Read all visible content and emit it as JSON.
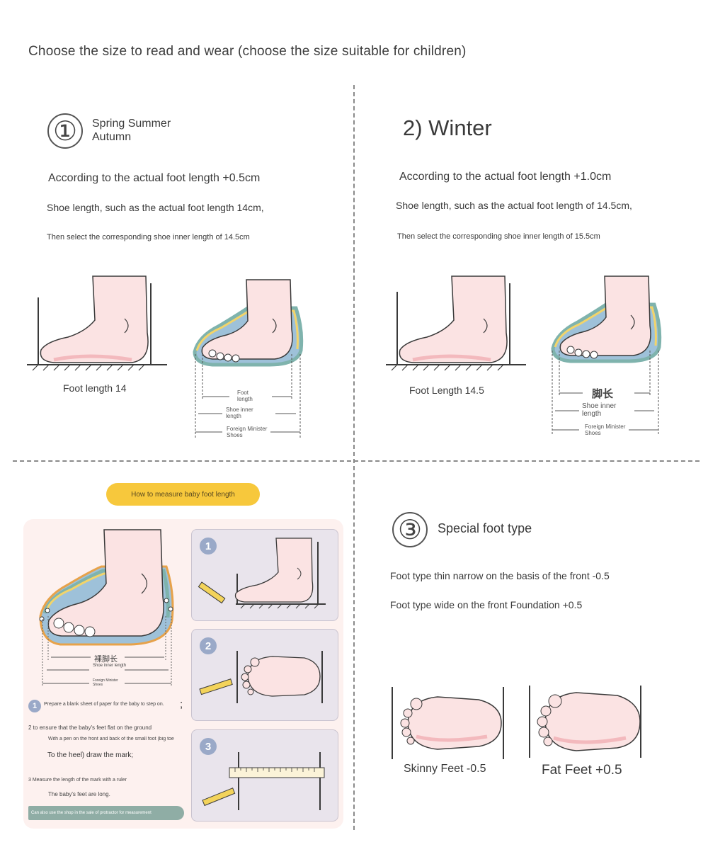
{
  "page": {
    "title": "Choose the size to read and wear (choose the size suitable for children)"
  },
  "section1": {
    "number": "①",
    "season": "Spring Summer Autumn",
    "rule": "According to the actual foot length +0.5cm",
    "example": "Shoe length, such as the actual foot length 14cm,",
    "select": "Then select the corresponding shoe inner length of 14.5cm",
    "foot_caption": "Foot length 14",
    "labels": {
      "foot": "Foot length",
      "inner": "Shoe inner length",
      "outer": "Foreign Minister Shoes"
    }
  },
  "section2": {
    "heading": "2) Winter",
    "rule": "According to the actual foot length +1.0cm",
    "example": "Shoe length, such as the actual foot length of 14.5cm,",
    "select": "Then select the corresponding shoe inner length of 15.5cm",
    "foot_caption": "Foot Length 14.5",
    "labels": {
      "foot": "脚长",
      "inner": "Shoe inner length",
      "outer": "Foreign Minister Shoes"
    }
  },
  "measure": {
    "pill": "How to measure baby foot length",
    "diagram_labels": {
      "foot": "裸脚长",
      "inner": "Shoe inner length",
      "outer": "Foreign Minister Shoes"
    },
    "step1_badge": "1",
    "step1_text": "Prepare a blank sheet of paper for the baby to step on.",
    "step1_semicolon": ";",
    "step2_text": "2 to ensure that the baby's feet flat on the ground",
    "step2_sub": "With a pen on the front and back of the small foot (big toe",
    "step2_heel": "To the heel) draw the mark;",
    "step3_text": "3 Measure the length of the mark with a ruler",
    "step3_sub": "The baby's feet are long.",
    "note": "Can also use the shop in the sale of protractor for measurement",
    "card_badges": [
      "1",
      "2",
      "3"
    ]
  },
  "section3": {
    "number": "③",
    "heading": "Special foot type",
    "narrow": "Foot type thin narrow on the basis of the front -0.5",
    "wide": "Foot type wide on the front Foundation +0.5",
    "skinny": "Skinny Feet -0.5",
    "fat": "Fat Feet +0.5"
  },
  "colors": {
    "skin": "#fbe3e3",
    "skin_shade": "#f3b9bd",
    "outline": "#3a3a3a",
    "shoe_yellow": "#f2d46a",
    "shoe_teal": "#7fb3ad",
    "shoe_blue": "#9ec1d9",
    "pill": "#f7c83c",
    "panel": "#fdf1ef",
    "card": "#e9e4ec",
    "badge": "#9aa9c8",
    "note_bar": "#8fada5",
    "pencil": "#f3d35a"
  },
  "icons": [
    "foot-side-icon",
    "foot-in-shoe-icon",
    "pencil-icon",
    "ruler-icon",
    "foot-top-icon"
  ]
}
